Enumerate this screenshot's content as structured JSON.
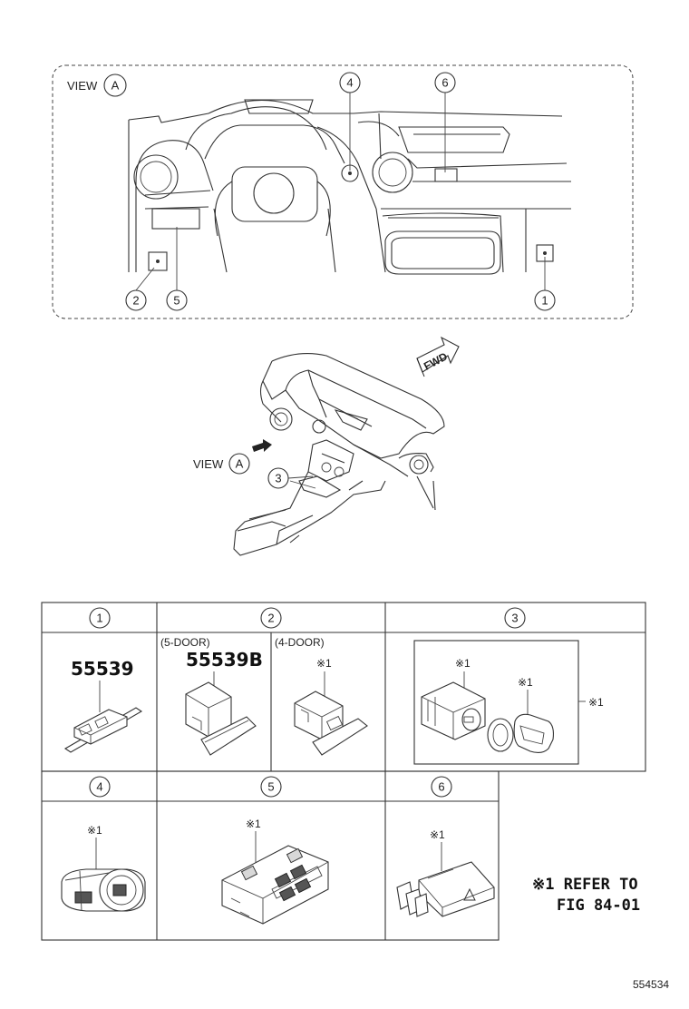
{
  "view_label": "VIEW",
  "view_letter": "A",
  "fwd_label": "FWD",
  "callouts": [
    "1",
    "2",
    "3",
    "4",
    "5",
    "6"
  ],
  "table": {
    "headers": [
      "1",
      "2",
      "3",
      "4",
      "5",
      "6"
    ],
    "part_numbers": {
      "c1": "55539",
      "c2_5door": "55539B"
    },
    "variants": {
      "five_door": "(5-DOOR)",
      "four_door": "(4-DOOR)"
    },
    "ref_mark": "※1"
  },
  "note": {
    "line1": "※1 REFER TO",
    "line2": "FIG 84-01"
  },
  "figure_number": "554534"
}
